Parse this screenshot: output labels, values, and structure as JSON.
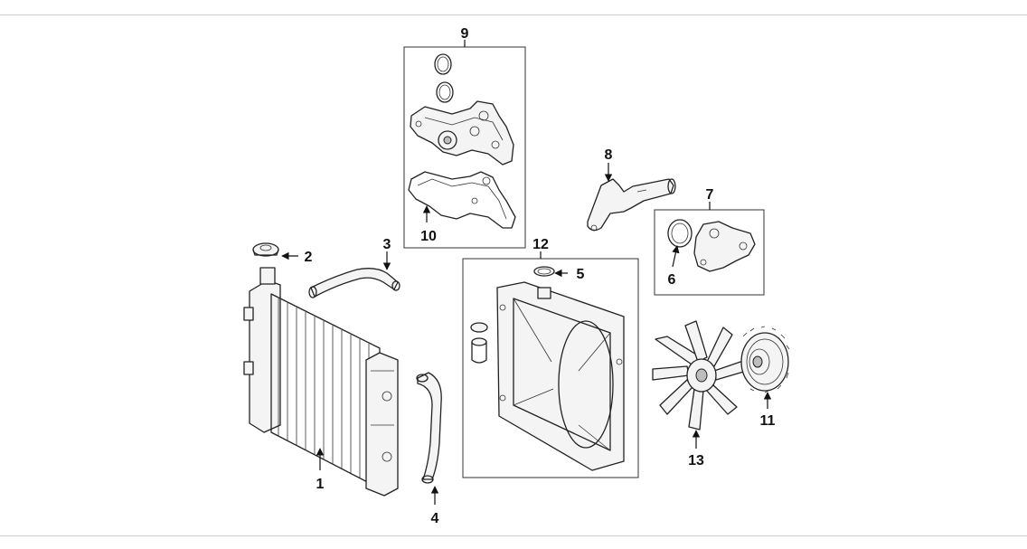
{
  "callouts": {
    "c1": "1",
    "c2": "2",
    "c3": "3",
    "c4": "4",
    "c5": "5",
    "c6": "6",
    "c7": "7",
    "c8": "8",
    "c9": "9",
    "c10": "10",
    "c11": "11",
    "c12": "12",
    "c13": "13"
  },
  "colors": {
    "line": "#222222",
    "rule": "#cccccc",
    "background": "#ffffff"
  }
}
